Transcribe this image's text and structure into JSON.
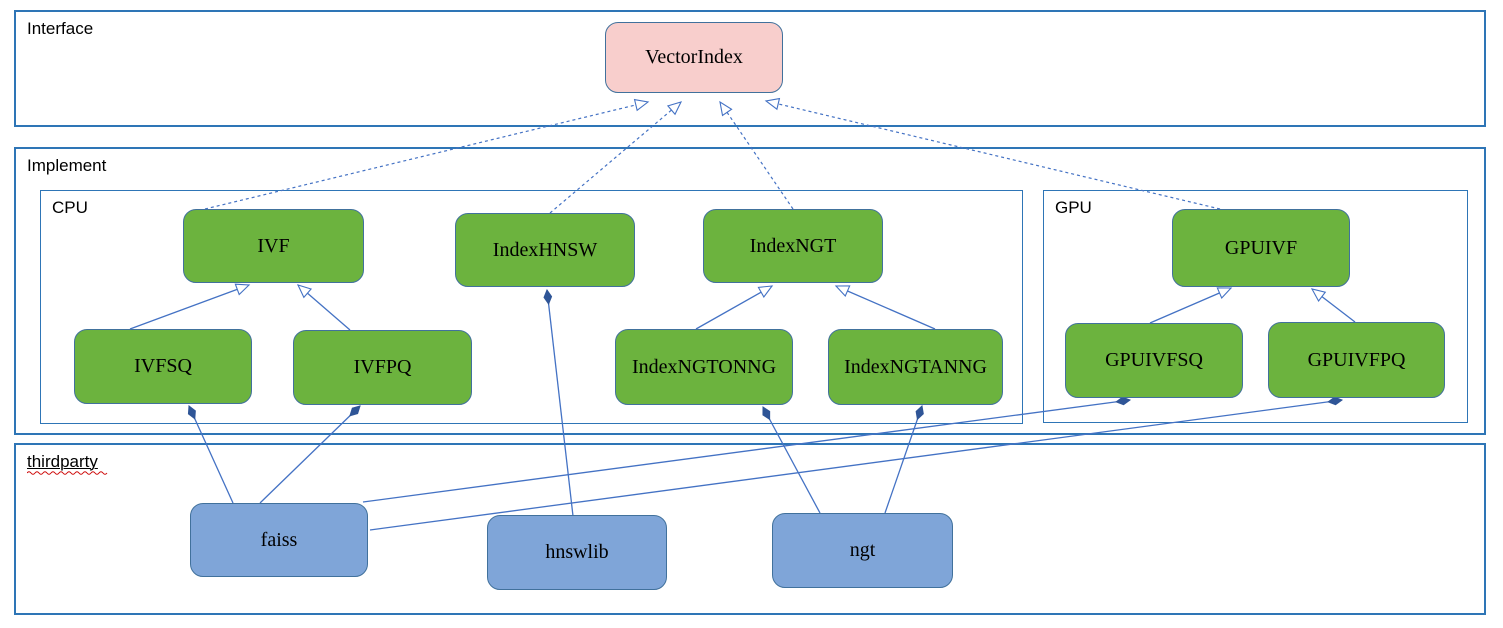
{
  "sections": {
    "interface": {
      "label": "Interface"
    },
    "implement": {
      "label": "Implement"
    },
    "cpu": {
      "label": "CPU"
    },
    "gpu": {
      "label": "GPU"
    },
    "thirdparty": {
      "label": "thirdparty"
    }
  },
  "nodes": {
    "vectorindex": {
      "label": "VectorIndex",
      "kind": "interface"
    },
    "ivf": {
      "label": "IVF",
      "kind": "class"
    },
    "indexhnsw": {
      "label": "IndexHNSW",
      "kind": "class"
    },
    "indexngt": {
      "label": "IndexNGT",
      "kind": "class"
    },
    "gpuivf": {
      "label": "GPUIVF",
      "kind": "class"
    },
    "ivfsq": {
      "label": "IVFSQ",
      "kind": "class"
    },
    "ivfpq": {
      "label": "IVFPQ",
      "kind": "class"
    },
    "indexngtonng": {
      "label": "IndexNGTONNG",
      "kind": "class"
    },
    "indexngtanng": {
      "label": "IndexNGTANNG",
      "kind": "class"
    },
    "gpuivfsq": {
      "label": "GPUIVFSQ",
      "kind": "class"
    },
    "gpuivfpq": {
      "label": "GPUIVFPQ",
      "kind": "class"
    },
    "faiss": {
      "label": "faiss",
      "kind": "thirdparty-lib"
    },
    "hnswlib": {
      "label": "hnswlib",
      "kind": "thirdparty-lib"
    },
    "ngt": {
      "label": "ngt",
      "kind": "thirdparty-lib"
    }
  },
  "relationships": [
    {
      "from": "IVF",
      "to": "VectorIndex",
      "type": "realization"
    },
    {
      "from": "IndexHNSW",
      "to": "VectorIndex",
      "type": "realization"
    },
    {
      "from": "IndexNGT",
      "to": "VectorIndex",
      "type": "realization"
    },
    {
      "from": "GPUIVF",
      "to": "VectorIndex",
      "type": "realization"
    },
    {
      "from": "IVFSQ",
      "to": "IVF",
      "type": "generalization"
    },
    {
      "from": "IVFPQ",
      "to": "IVF",
      "type": "generalization"
    },
    {
      "from": "IndexNGTONNG",
      "to": "IndexNGT",
      "type": "generalization"
    },
    {
      "from": "IndexNGTANNG",
      "to": "IndexNGT",
      "type": "generalization"
    },
    {
      "from": "GPUIVFSQ",
      "to": "GPUIVF",
      "type": "generalization"
    },
    {
      "from": "GPUIVFPQ",
      "to": "GPUIVF",
      "type": "generalization"
    },
    {
      "from": "faiss",
      "to": "IVFSQ",
      "type": "composition"
    },
    {
      "from": "faiss",
      "to": "IVFPQ",
      "type": "composition"
    },
    {
      "from": "faiss",
      "to": "GPUIVFSQ",
      "type": "composition"
    },
    {
      "from": "faiss",
      "to": "GPUIVFPQ",
      "type": "composition"
    },
    {
      "from": "hnswlib",
      "to": "IndexHNSW",
      "type": "composition"
    },
    {
      "from": "ngt",
      "to": "IndexNGTONNG",
      "type": "composition"
    },
    {
      "from": "ngt",
      "to": "IndexNGTANNG",
      "type": "composition"
    }
  ],
  "colors": {
    "section_border": "#2e75b6",
    "node_border": "#41719c",
    "class_fill": "#6cb33e",
    "interface_fill": "#f8cecc",
    "thirdparty_fill": "#7fa5d8",
    "connector": "#4472c4",
    "diamond_fill": "#2f5597",
    "spellcheck_squiggle": "#cc0000"
  }
}
